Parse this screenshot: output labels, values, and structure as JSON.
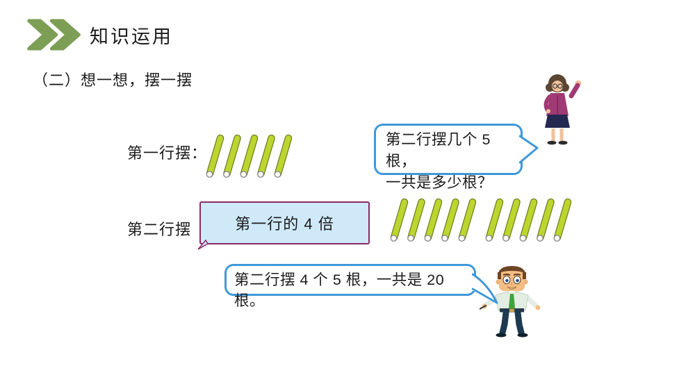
{
  "header": {
    "title": "知识运用",
    "subtitle": "（二）想一想，摆一摆"
  },
  "row1": {
    "label": "第一行摆：",
    "stick_count": 5
  },
  "row2": {
    "label": "第二行摆",
    "callout_label": "第一行的 4 倍",
    "group1_count": 5,
    "group2_count": 5
  },
  "teacher_bubble": {
    "text": "第二行摆几个 5\n根，\n一共是多少根？"
  },
  "student_bubble": {
    "text": "第二行摆 4 个 5 根，一共是 20\n根。"
  },
  "icons": {
    "header_marker": "double-chevron-right-icon"
  },
  "colors": {
    "accent_green": "#7c9e55",
    "stick_fill": "#bdd62f",
    "stick_outline": "#6f7d20",
    "bubble_border": "#3f98d8",
    "callout_fill": "#cfe9f9",
    "callout_border": "#8a2a63",
    "text": "#1b1b1b"
  }
}
